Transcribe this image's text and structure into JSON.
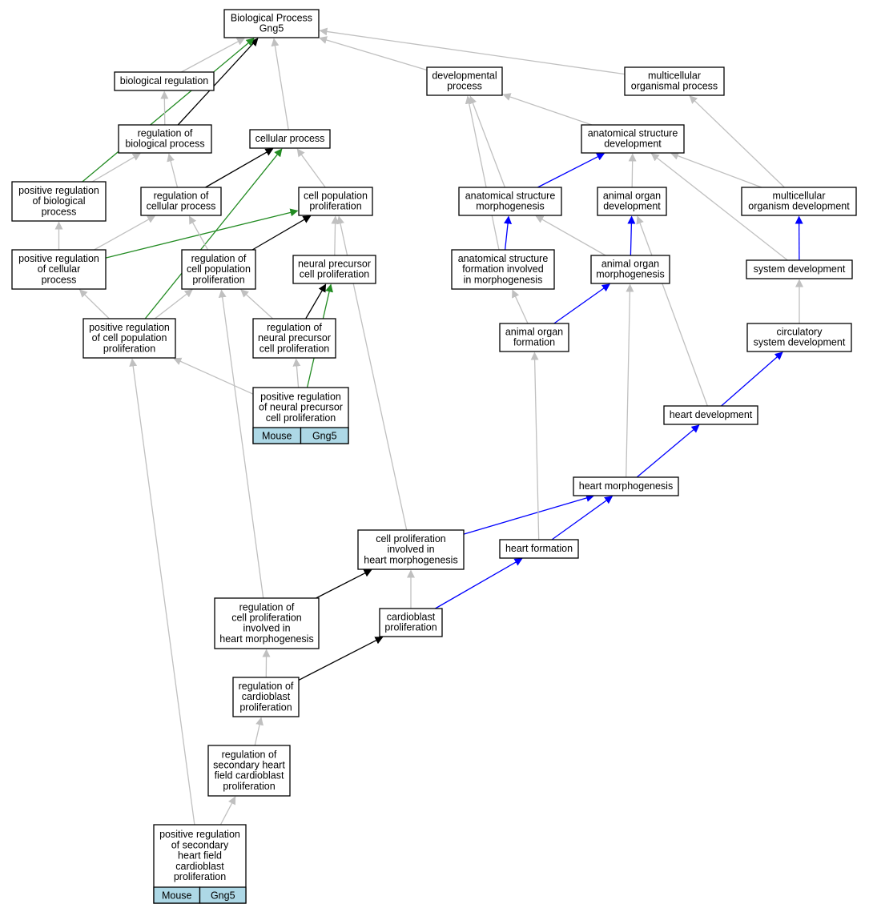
{
  "colors": {
    "is_a": "#c0c0c0",
    "regulates": "#000000",
    "part_of": "#0000ff",
    "positively_regulates": "#228b22",
    "badge_fill": "#add8e6"
  },
  "nodes": [
    {
      "id": "bp",
      "lines": [
        "Biological Process",
        "Gng5"
      ]
    },
    {
      "id": "biological_regulation",
      "lines": [
        "biological regulation"
      ]
    },
    {
      "id": "developmental_process",
      "lines": [
        "developmental",
        "process"
      ]
    },
    {
      "id": "multicellular_organismal_process",
      "lines": [
        "multicellular",
        "organismal process"
      ]
    },
    {
      "id": "regulation_of_biological_process",
      "lines": [
        "regulation of",
        "biological process"
      ]
    },
    {
      "id": "cellular_process",
      "lines": [
        "cellular process"
      ]
    },
    {
      "id": "anatomical_structure_development",
      "lines": [
        "anatomical structure",
        "development"
      ]
    },
    {
      "id": "positive_regulation_of_biological_process",
      "lines": [
        "positive regulation",
        "of biological",
        "process"
      ]
    },
    {
      "id": "regulation_of_cellular_process",
      "lines": [
        "regulation of",
        "cellular process"
      ]
    },
    {
      "id": "cell_population_proliferation",
      "lines": [
        "cell population",
        "proliferation"
      ]
    },
    {
      "id": "anatomical_structure_morphogenesis",
      "lines": [
        "anatomical structure",
        "morphogenesis"
      ]
    },
    {
      "id": "animal_organ_development",
      "lines": [
        "animal organ",
        "development"
      ]
    },
    {
      "id": "multicellular_organism_development",
      "lines": [
        "multicellular",
        "organism development"
      ]
    },
    {
      "id": "positive_regulation_of_cellular_process",
      "lines": [
        "positive regulation",
        "of cellular",
        "process"
      ]
    },
    {
      "id": "regulation_of_cell_population_proliferation",
      "lines": [
        "regulation of",
        "cell population",
        "proliferation"
      ]
    },
    {
      "id": "neural_precursor_cell_proliferation",
      "lines": [
        "neural precursor",
        "cell proliferation"
      ]
    },
    {
      "id": "anatomical_structure_formation",
      "lines": [
        "anatomical structure",
        "formation involved",
        "in morphogenesis"
      ]
    },
    {
      "id": "animal_organ_morphogenesis",
      "lines": [
        "animal organ",
        "morphogenesis"
      ]
    },
    {
      "id": "system_development",
      "lines": [
        "system development"
      ]
    },
    {
      "id": "positive_regulation_of_cell_population_proliferation",
      "lines": [
        "positive regulation",
        "of cell population",
        "proliferation"
      ]
    },
    {
      "id": "regulation_of_neural_precursor_cell_proliferation",
      "lines": [
        "regulation of",
        "neural precursor",
        "cell proliferation"
      ]
    },
    {
      "id": "animal_organ_formation",
      "lines": [
        "animal organ",
        "formation"
      ]
    },
    {
      "id": "circulatory_system_development",
      "lines": [
        "circulatory",
        "system development"
      ]
    },
    {
      "id": "positive_regulation_of_neural_precursor_cell_proliferation",
      "lines": [
        "positive regulation",
        "of neural precursor",
        "cell proliferation"
      ],
      "badges": [
        "Mouse",
        "Gng5"
      ]
    },
    {
      "id": "heart_development",
      "lines": [
        "heart development"
      ]
    },
    {
      "id": "heart_morphogenesis",
      "lines": [
        "heart morphogenesis"
      ]
    },
    {
      "id": "cell_proliferation_heart_morphogenesis",
      "lines": [
        "cell proliferation",
        "involved in",
        "heart morphogenesis"
      ]
    },
    {
      "id": "heart_formation",
      "lines": [
        "heart formation"
      ]
    },
    {
      "id": "regulation_of_cell_proliferation_heart_morphogenesis",
      "lines": [
        "regulation of",
        "cell proliferation",
        "involved in",
        "heart morphogenesis"
      ]
    },
    {
      "id": "cardioblast_proliferation",
      "lines": [
        "cardioblast",
        "proliferation"
      ]
    },
    {
      "id": "regulation_of_cardioblast_proliferation",
      "lines": [
        "regulation of",
        "cardioblast",
        "proliferation"
      ]
    },
    {
      "id": "regulation_of_shf_cardioblast_proliferation",
      "lines": [
        "regulation of",
        "secondary heart",
        "field cardioblast",
        "proliferation"
      ]
    },
    {
      "id": "positive_regulation_of_shf_cardioblast_proliferation",
      "lines": [
        "positive regulation",
        "of secondary",
        "heart field",
        "cardioblast",
        "proliferation"
      ],
      "badges": [
        "Mouse",
        "Gng5"
      ]
    }
  ],
  "edges": [
    {
      "from": "biological_regulation",
      "to": "bp",
      "type": "is_a"
    },
    {
      "from": "regulation_of_biological_process",
      "to": "bp",
      "type": "regulates"
    },
    {
      "from": "cellular_process",
      "to": "bp",
      "type": "is_a"
    },
    {
      "from": "positive_regulation_of_biological_process",
      "to": "bp",
      "type": "positively_regulates"
    },
    {
      "from": "developmental_process",
      "to": "bp",
      "type": "is_a"
    },
    {
      "from": "multicellular_organismal_process",
      "to": "bp",
      "type": "is_a"
    },
    {
      "from": "regulation_of_biological_process",
      "to": "biological_regulation",
      "type": "is_a"
    },
    {
      "from": "positive_regulation_of_biological_process",
      "to": "regulation_of_biological_process",
      "type": "is_a"
    },
    {
      "from": "regulation_of_cellular_process",
      "to": "regulation_of_biological_process",
      "type": "is_a"
    },
    {
      "from": "regulation_of_cellular_process",
      "to": "cellular_process",
      "type": "regulates"
    },
    {
      "from": "cell_population_proliferation",
      "to": "cellular_process",
      "type": "is_a"
    },
    {
      "from": "positive_regulation_of_cell_population_proliferation",
      "to": "cellular_process",
      "type": "positively_regulates"
    },
    {
      "from": "positive_regulation_of_cellular_process",
      "to": "positive_regulation_of_biological_process",
      "type": "is_a"
    },
    {
      "from": "positive_regulation_of_cellular_process",
      "to": "regulation_of_cellular_process",
      "type": "is_a"
    },
    {
      "from": "positive_regulation_of_cellular_process",
      "to": "cell_population_proliferation",
      "type": "positively_regulates"
    },
    {
      "from": "regulation_of_cell_population_proliferation",
      "to": "regulation_of_cellular_process",
      "type": "is_a"
    },
    {
      "from": "regulation_of_cell_population_proliferation",
      "to": "cell_population_proliferation",
      "type": "regulates"
    },
    {
      "from": "neural_precursor_cell_proliferation",
      "to": "cell_population_proliferation",
      "type": "is_a"
    },
    {
      "from": "positive_regulation_of_cell_population_proliferation",
      "to": "positive_regulation_of_cellular_process",
      "type": "is_a"
    },
    {
      "from": "positive_regulation_of_cell_population_proliferation",
      "to": "regulation_of_cell_population_proliferation",
      "type": "is_a"
    },
    {
      "from": "regulation_of_neural_precursor_cell_proliferation",
      "to": "regulation_of_cell_population_proliferation",
      "type": "is_a"
    },
    {
      "from": "regulation_of_neural_precursor_cell_proliferation",
      "to": "neural_precursor_cell_proliferation",
      "type": "regulates"
    },
    {
      "from": "positive_regulation_of_neural_precursor_cell_proliferation",
      "to": "regulation_of_neural_precursor_cell_proliferation",
      "type": "is_a"
    },
    {
      "from": "positive_regulation_of_neural_precursor_cell_proliferation",
      "to": "positive_regulation_of_cell_population_proliferation",
      "type": "is_a"
    },
    {
      "from": "positive_regulation_of_neural_precursor_cell_proliferation",
      "to": "neural_precursor_cell_proliferation",
      "type": "positively_regulates"
    },
    {
      "from": "anatomical_structure_development",
      "to": "developmental_process",
      "type": "is_a"
    },
    {
      "from": "anatomical_structure_morphogenesis",
      "to": "developmental_process",
      "type": "is_a"
    },
    {
      "from": "anatomical_structure_formation",
      "to": "developmental_process",
      "type": "is_a"
    },
    {
      "from": "multicellular_organism_development",
      "to": "multicellular_organismal_process",
      "type": "is_a"
    },
    {
      "from": "anatomical_structure_morphogenesis",
      "to": "anatomical_structure_development",
      "type": "part_of"
    },
    {
      "from": "animal_organ_development",
      "to": "anatomical_structure_development",
      "type": "is_a"
    },
    {
      "from": "multicellular_organism_development",
      "to": "anatomical_structure_development",
      "type": "is_a"
    },
    {
      "from": "system_development",
      "to": "anatomical_structure_development",
      "type": "is_a"
    },
    {
      "from": "anatomical_structure_formation",
      "to": "anatomical_structure_morphogenesis",
      "type": "part_of"
    },
    {
      "from": "animal_organ_morphogenesis",
      "to": "anatomical_structure_morphogenesis",
      "type": "is_a"
    },
    {
      "from": "animal_organ_morphogenesis",
      "to": "animal_organ_development",
      "type": "part_of"
    },
    {
      "from": "heart_development",
      "to": "animal_organ_development",
      "type": "is_a"
    },
    {
      "from": "system_development",
      "to": "multicellular_organism_development",
      "type": "part_of"
    },
    {
      "from": "circulatory_system_development",
      "to": "system_development",
      "type": "is_a"
    },
    {
      "from": "animal_organ_formation",
      "to": "anatomical_structure_formation",
      "type": "is_a"
    },
    {
      "from": "animal_organ_formation",
      "to": "animal_organ_morphogenesis",
      "type": "part_of"
    },
    {
      "from": "heart_development",
      "to": "circulatory_system_development",
      "type": "part_of"
    },
    {
      "from": "heart_morphogenesis",
      "to": "heart_development",
      "type": "part_of"
    },
    {
      "from": "heart_morphogenesis",
      "to": "animal_organ_morphogenesis",
      "type": "is_a"
    },
    {
      "from": "cell_proliferation_heart_morphogenesis",
      "to": "heart_morphogenesis",
      "type": "part_of"
    },
    {
      "from": "cell_proliferation_heart_morphogenesis",
      "to": "cell_population_proliferation",
      "type": "is_a"
    },
    {
      "from": "heart_formation",
      "to": "heart_morphogenesis",
      "type": "part_of"
    },
    {
      "from": "heart_formation",
      "to": "animal_organ_formation",
      "type": "is_a"
    },
    {
      "from": "regulation_of_cell_proliferation_heart_morphogenesis",
      "to": "cell_proliferation_heart_morphogenesis",
      "type": "regulates"
    },
    {
      "from": "regulation_of_cell_proliferation_heart_morphogenesis",
      "to": "regulation_of_cell_population_proliferation",
      "type": "is_a"
    },
    {
      "from": "cardioblast_proliferation",
      "to": "cell_proliferation_heart_morphogenesis",
      "type": "is_a"
    },
    {
      "from": "cardioblast_proliferation",
      "to": "heart_formation",
      "type": "part_of"
    },
    {
      "from": "regulation_of_cardioblast_proliferation",
      "to": "regulation_of_cell_proliferation_heart_morphogenesis",
      "type": "is_a"
    },
    {
      "from": "regulation_of_cardioblast_proliferation",
      "to": "cardioblast_proliferation",
      "type": "regulates"
    },
    {
      "from": "regulation_of_shf_cardioblast_proliferation",
      "to": "regulation_of_cardioblast_proliferation",
      "type": "is_a"
    },
    {
      "from": "positive_regulation_of_shf_cardioblast_proliferation",
      "to": "regulation_of_shf_cardioblast_proliferation",
      "type": "is_a"
    },
    {
      "from": "positive_regulation_of_shf_cardioblast_proliferation",
      "to": "positive_regulation_of_cell_population_proliferation",
      "type": "is_a"
    }
  ]
}
